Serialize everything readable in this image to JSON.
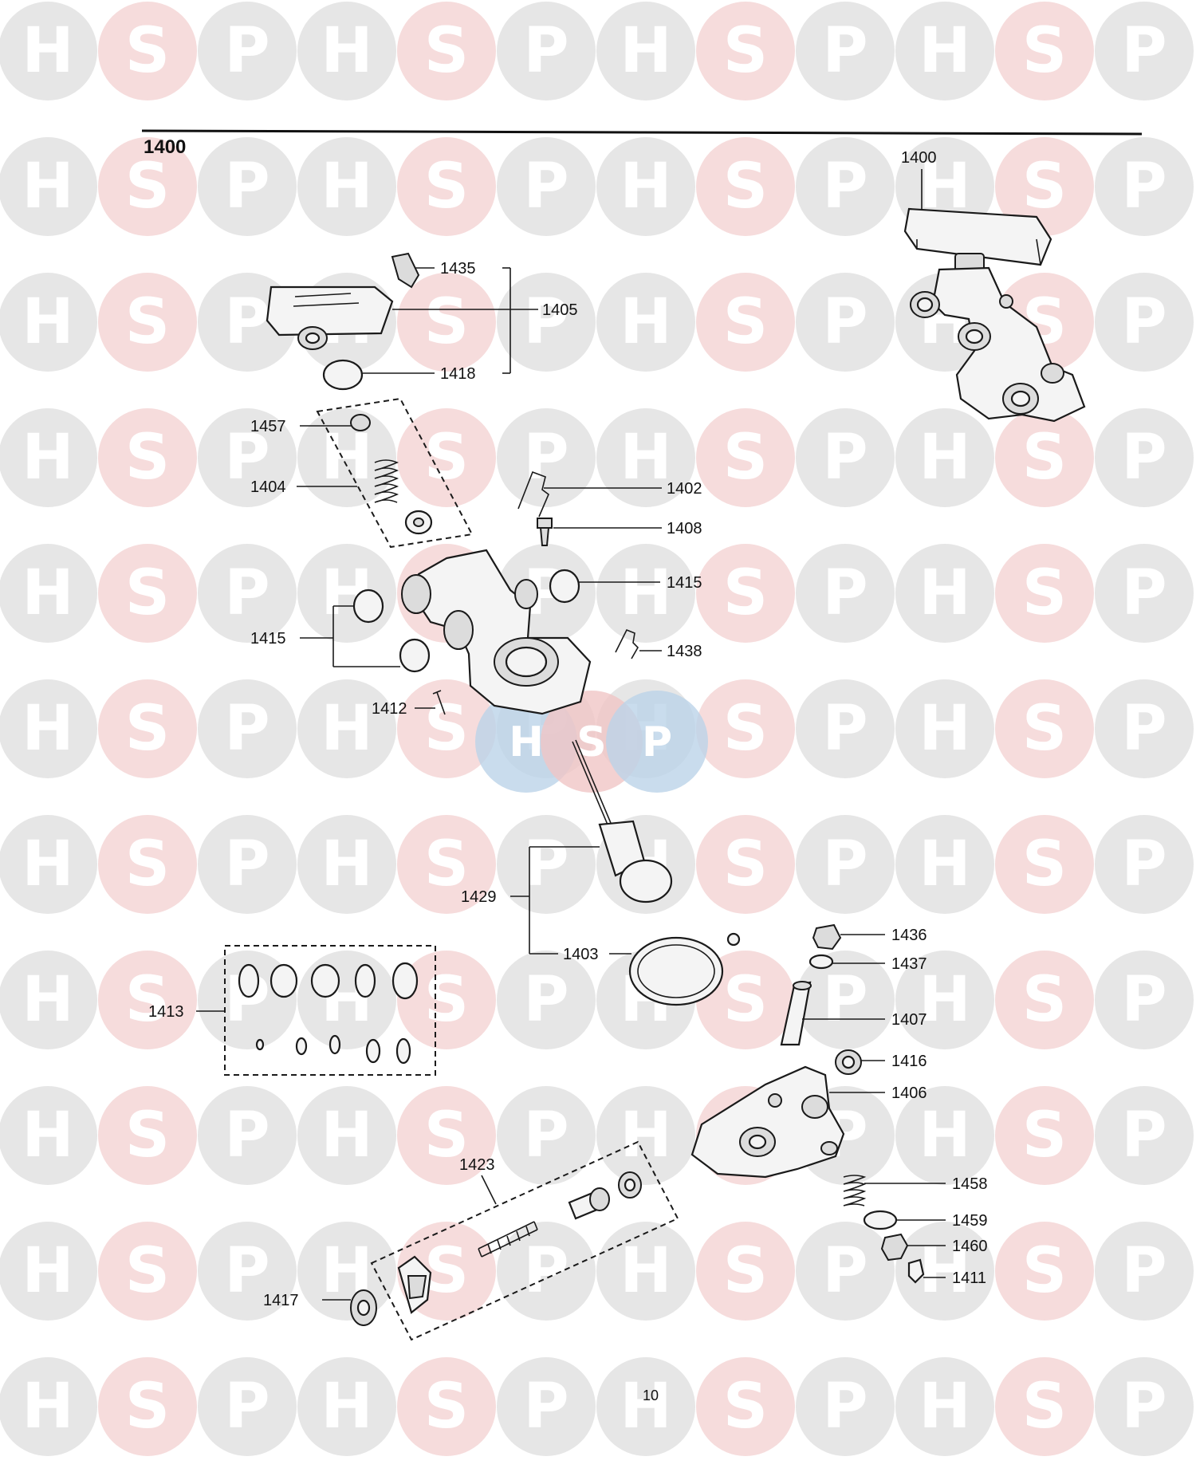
{
  "section_title": "1400",
  "page_number": "10",
  "watermark": {
    "letters": [
      "H",
      "S",
      "P"
    ]
  },
  "labels": {
    "l1400": "1400",
    "l1435": "1435",
    "l1405": "1405",
    "l1418": "1418",
    "l1457": "1457",
    "l1404": "1404",
    "l1402": "1402",
    "l1408": "1408",
    "l1415a": "1415",
    "l1415b": "1415",
    "l1438": "1438",
    "l1412": "1412",
    "l1429": "1429",
    "l1403": "1403",
    "l1413": "1413",
    "l1436": "1436",
    "l1437": "1437",
    "l1407": "1407",
    "l1416": "1416",
    "l1406": "1406",
    "l1423": "1423",
    "l1458": "1458",
    "l1459": "1459",
    "l1460": "1460",
    "l1417": "1417",
    "l1411": "1411"
  }
}
